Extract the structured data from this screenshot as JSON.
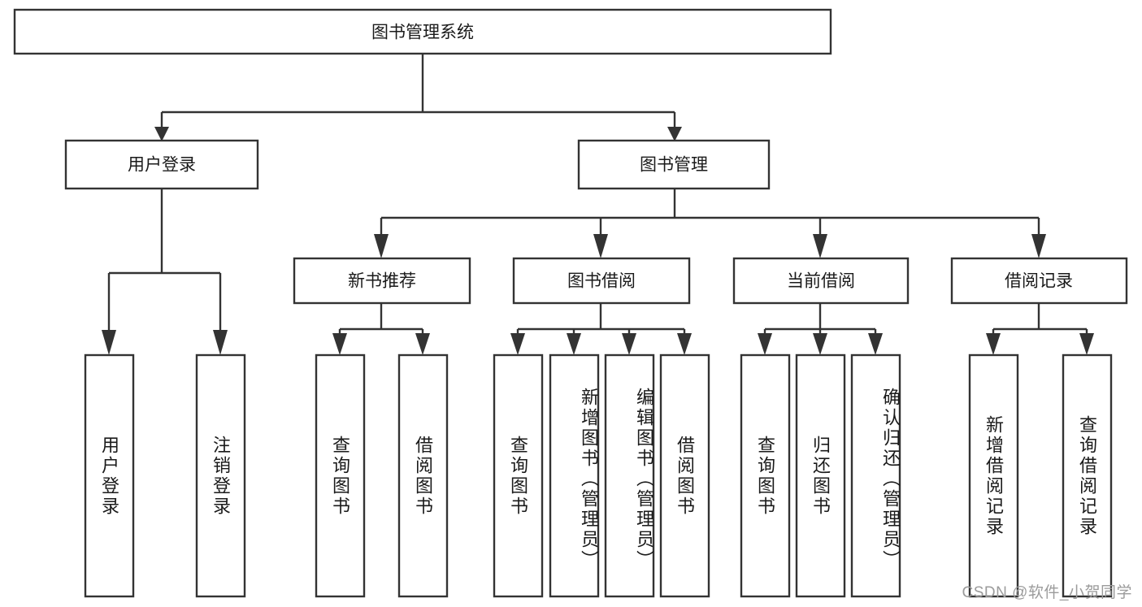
{
  "diagram": {
    "title": "图书管理系统",
    "type": "hierarchy-tree",
    "levels": 4,
    "root": {
      "id": "root",
      "label": "图书管理系统",
      "orientation": "horizontal"
    },
    "level2": [
      {
        "id": "user-login",
        "label": "用户登录",
        "orientation": "horizontal"
      },
      {
        "id": "book-management",
        "label": "图书管理",
        "orientation": "horizontal"
      }
    ],
    "level3": [
      {
        "id": "new-book-recommend",
        "label": "新书推荐",
        "parent": "book-management",
        "orientation": "horizontal"
      },
      {
        "id": "book-borrow",
        "label": "图书借阅",
        "parent": "book-management",
        "orientation": "horizontal"
      },
      {
        "id": "current-borrow",
        "label": "当前借阅",
        "parent": "book-management",
        "orientation": "horizontal"
      },
      {
        "id": "borrow-record",
        "label": "借阅记录",
        "parent": "book-management",
        "orientation": "horizontal"
      }
    ],
    "leaves": [
      {
        "id": "leaf-user-login",
        "label": "用户登录",
        "parent": "user-login",
        "orientation": "vertical"
      },
      {
        "id": "leaf-user-logout",
        "label": "注销登录",
        "parent": "user-login",
        "orientation": "vertical"
      },
      {
        "id": "leaf-query-book-1",
        "label": "查询图书",
        "parent": "new-book-recommend",
        "orientation": "vertical"
      },
      {
        "id": "leaf-borrow-book-1",
        "label": "借阅图书",
        "parent": "new-book-recommend",
        "orientation": "vertical"
      },
      {
        "id": "leaf-query-book-2",
        "label": "查询图书",
        "parent": "book-borrow",
        "orientation": "vertical"
      },
      {
        "id": "leaf-add-book",
        "label": "新增图书（管理员）",
        "parent": "book-borrow",
        "orientation": "vertical"
      },
      {
        "id": "leaf-edit-book",
        "label": "编辑图书（管理员）",
        "parent": "book-borrow",
        "orientation": "vertical"
      },
      {
        "id": "leaf-borrow-book-2",
        "label": "借阅图书",
        "parent": "book-borrow",
        "orientation": "vertical"
      },
      {
        "id": "leaf-query-book-3",
        "label": "查询图书",
        "parent": "current-borrow",
        "orientation": "vertical"
      },
      {
        "id": "leaf-return-book",
        "label": "归还图书",
        "parent": "current-borrow",
        "orientation": "vertical"
      },
      {
        "id": "leaf-confirm-return",
        "label": "确认归还（管理员）",
        "parent": "current-borrow",
        "orientation": "vertical"
      },
      {
        "id": "leaf-add-record",
        "label": "新增借阅记录",
        "parent": "borrow-record",
        "orientation": "vertical"
      },
      {
        "id": "leaf-query-record",
        "label": "查询借阅记录",
        "parent": "borrow-record",
        "orientation": "vertical"
      }
    ],
    "colors": {
      "stroke": "#333333",
      "fill": "#ffffff",
      "text": "#1a1a1a",
      "watermark": "#9b9b9b"
    }
  },
  "watermark": {
    "text": "CSDN @软件_小贺同学"
  }
}
